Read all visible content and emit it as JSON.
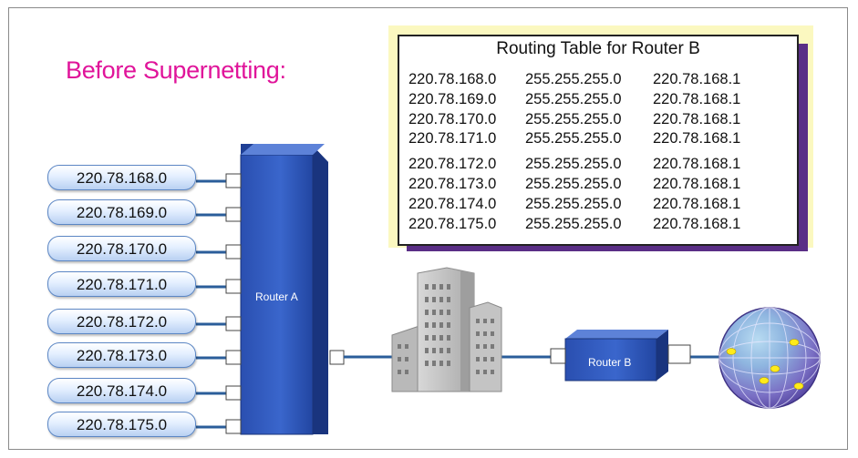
{
  "heading": "Before Supernetting:",
  "routing_table": {
    "title": "Routing Table for Router B",
    "rows": [
      [
        "220.78.168.0",
        "255.255.255.0",
        "220.78.168.1"
      ],
      [
        "220.78.169.0",
        "255.255.255.0",
        "220.78.168.1"
      ],
      [
        "220.78.170.0",
        "255.255.255.0",
        "220.78.168.1"
      ],
      [
        "220.78.171.0",
        "255.255.255.0",
        "220.78.168.1"
      ],
      [
        "220.78.172.0",
        "255.255.255.0",
        "220.78.168.1"
      ],
      [
        "220.78.173.0",
        "255.255.255.0",
        "220.78.168.1"
      ],
      [
        "220.78.174.0",
        "255.255.255.0",
        "220.78.168.1"
      ],
      [
        "220.78.175.0",
        "255.255.255.0",
        "220.78.168.1"
      ]
    ]
  },
  "networks": [
    "220.78.168.0",
    "220.78.169.0",
    "220.78.170.0",
    "220.78.171.0",
    "220.78.172.0",
    "220.78.173.0",
    "220.78.174.0",
    "220.78.175.0"
  ],
  "router_a_label": "Router A",
  "router_b_label": "Router B",
  "icons": [
    "building-icon",
    "globe-icon"
  ],
  "colors": {
    "heading": "#e0149a",
    "router": "#2f56b8",
    "link": "#2a5d9a",
    "table_shadow": "#5a2e86",
    "table_backdrop": "#fbf8c0"
  }
}
